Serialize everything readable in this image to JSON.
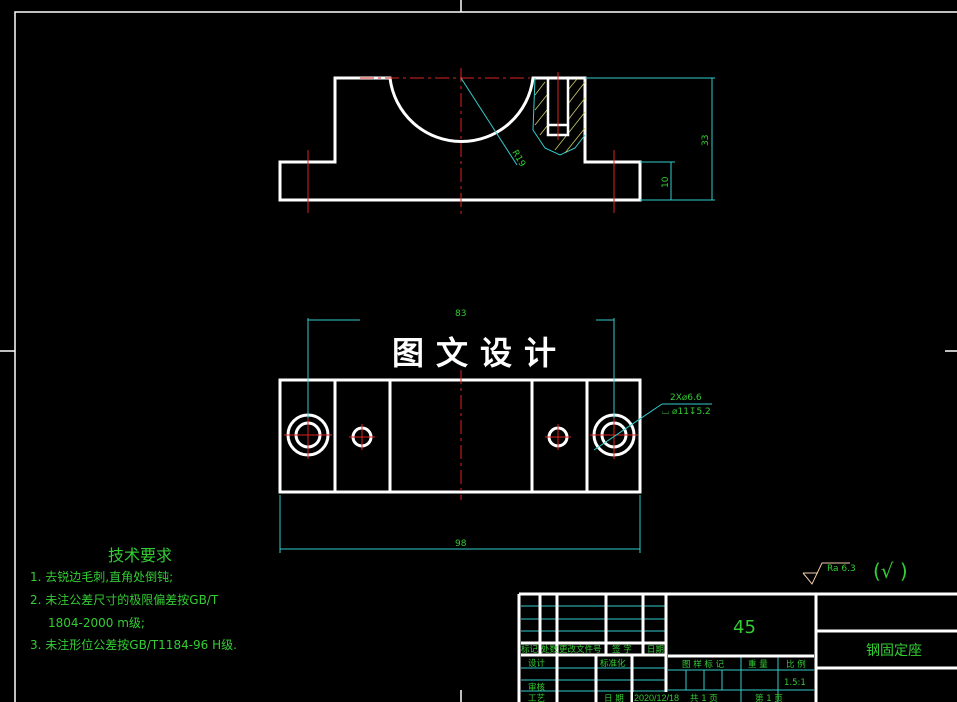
{
  "drawing": {
    "watermark": "图文设计",
    "dimensions": {
      "height_total": "33",
      "base_height": "10",
      "radius": "R19",
      "hole_spacing": "83",
      "overall_length": "98",
      "hole_note_1": "2X⌀6.6",
      "hole_note_2": "⌴ ⌀11↧5.2"
    },
    "roughness": {
      "value": "Ra 6.3",
      "general_symbol": "(√ )"
    }
  },
  "tech_requirements": {
    "title": "技术要求",
    "items": [
      "1. 去锐边毛刺,直角处倒钝;",
      "2. 未注公差尺寸的极限偏差按GB/T",
      "1804-2000 m级;",
      "3. 未注形位公差按GB/T1184-96 H级."
    ]
  },
  "title_block": {
    "material": "45",
    "part_name": "钢固定座",
    "headers": [
      "标记",
      "处数",
      "更改文件号",
      "签 字",
      "日期"
    ],
    "design": "设计",
    "review": "审核",
    "process": "工艺",
    "standardize": "标准化",
    "date_label": "日 期",
    "date": "2020/12/18",
    "pattern_mark": "图 样 标 记",
    "weight": "重 量",
    "scale_label": "比 例",
    "scale": "1.5:1",
    "total_sheets": "共 1 页",
    "sheet_no": "第 1 页"
  }
}
